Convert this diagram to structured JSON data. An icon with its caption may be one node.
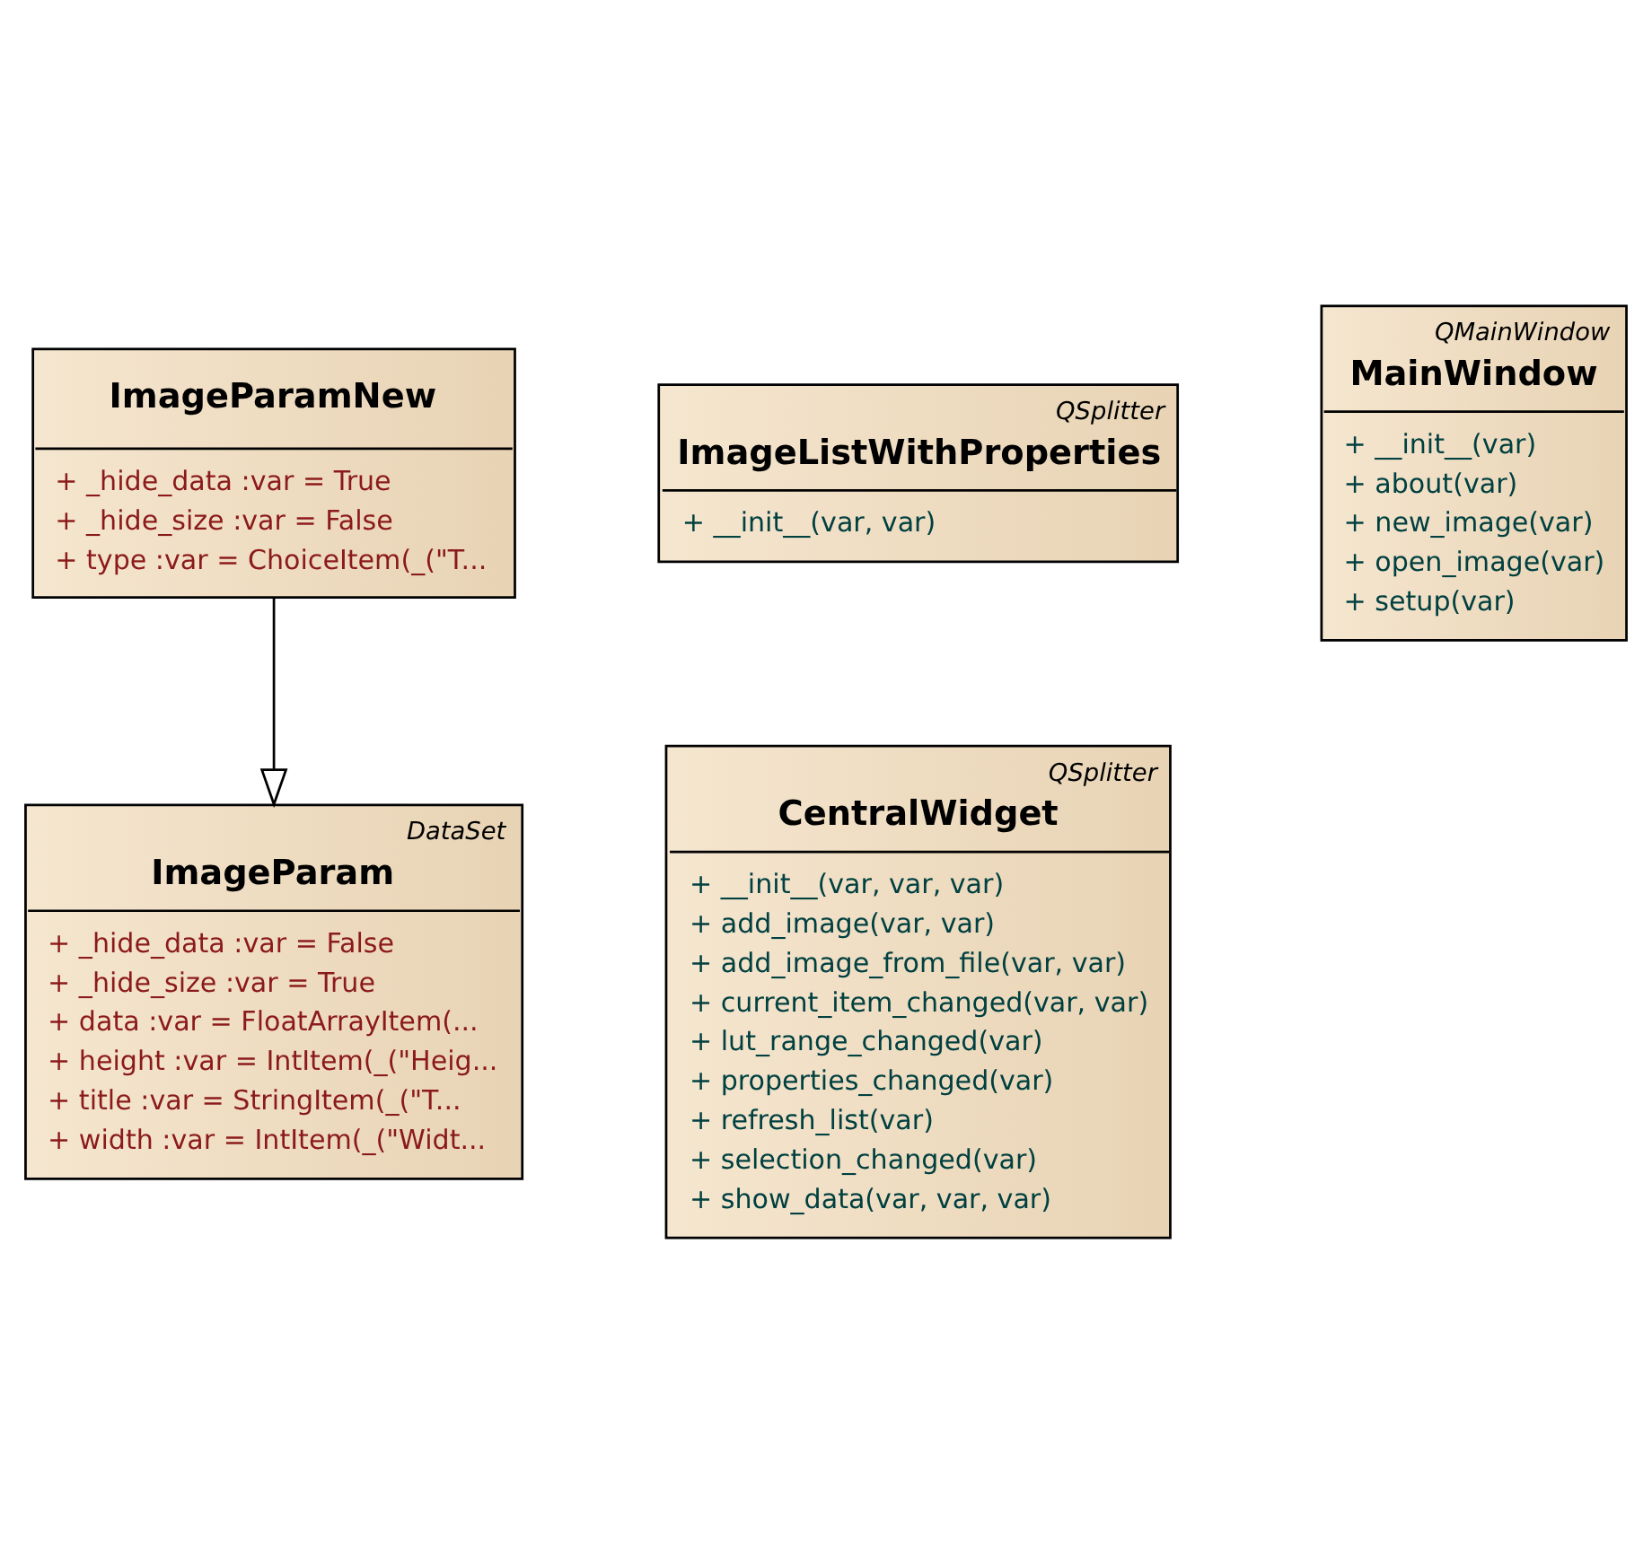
{
  "diagram": {
    "nodes": [
      {
        "text": [
          "DataSet",
          "ImageParam",
          "+ _hide_data :var = False",
          "+ _hide_size :var = True",
          "+ data :var = FloatArrayItem(...",
          "+ height :var = IntItem(_(\"Heig...",
          "+ title :var = StringItem(_(\"T...",
          "+ width :var = IntItem(_(\"Widt..."
        ]
      },
      {
        "text": [
          "QSplitter",
          "CentralWidget",
          "+ __init__(var, var, var)",
          "+ add_image(var, var)",
          "+ add_image_from_file(var, var)",
          "+ current_item_changed(var, var)",
          "+ lut_range_changed(var)",
          "+ properties_changed(var)",
          "+ refresh_list(var)",
          "+ selection_changed(var)",
          "+ show_data(var, var, var)"
        ]
      },
      {
        "text": [
          "ImageParamNew",
          "+ _hide_data :var = True",
          "+ _hide_size :var = False",
          "+ type :var = ChoiceItem(_(\"T..."
        ]
      },
      {
        "text": [
          "QSplitter",
          "ImageListWithProperties",
          "+ __init__(var, var)"
        ]
      },
      {
        "text": [
          "QMainWindow",
          "MainWindow",
          "+ __init__(var)",
          "+ about(var)",
          "+ new_image(var)",
          "+ open_image(var)",
          "+ setup(var)"
        ]
      }
    ],
    "edges": [
      {
        "from": 2,
        "to": 0,
        "arrow": "to"
      }
    ]
  }
}
